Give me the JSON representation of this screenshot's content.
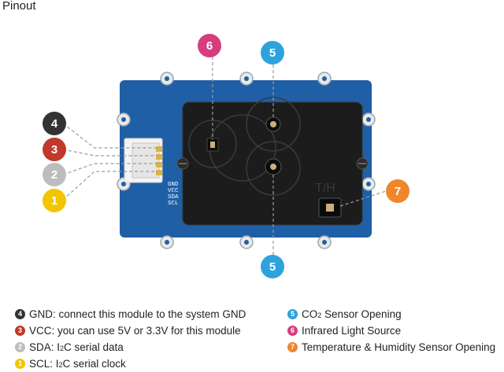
{
  "title": "Pinout",
  "colors": {
    "c4": "#333333",
    "c3": "#c0392b",
    "c2": "#bdbdbd",
    "c1": "#f2c500",
    "c5": "#2ea3db",
    "c6": "#d63d7e",
    "c7": "#f0862a",
    "board": "#1f5fa6",
    "sensor": "#1c1c1c"
  },
  "board": {
    "pin_labels": [
      "GND",
      "VCC",
      "SDA",
      "SCL"
    ],
    "th_label": "T/H"
  },
  "callouts": {
    "n4": "4",
    "n3": "3",
    "n2": "2",
    "n1": "1",
    "n6": "6",
    "n5_top": "5",
    "n5_bottom": "5",
    "n7": "7"
  },
  "legend": {
    "left": [
      {
        "num": "4",
        "color": "#333333",
        "text": "GND: connect this module to the system GND"
      },
      {
        "num": "3",
        "color": "#c0392b",
        "text": "VCC: you can use 5V or 3.3V for this module"
      },
      {
        "num": "2",
        "color": "#bdbdbd",
        "text_a": "SDA: I",
        "sup": "2",
        "text_b": "C serial data"
      },
      {
        "num": "1",
        "color": "#f2c500",
        "text_a": "SCL:  I",
        "sup": "2",
        "text_b": "C serial clock"
      }
    ],
    "right": [
      {
        "num": "5",
        "color": "#2ea3db",
        "text_a": "CO",
        "sub": "2",
        "text_b": " Sensor Opening"
      },
      {
        "num": "6",
        "color": "#d63d7e",
        "text": "Infrared Light Source"
      },
      {
        "num": "7",
        "color": "#f0862a",
        "text": "Temperature & Humidity Sensor Opening"
      }
    ]
  }
}
